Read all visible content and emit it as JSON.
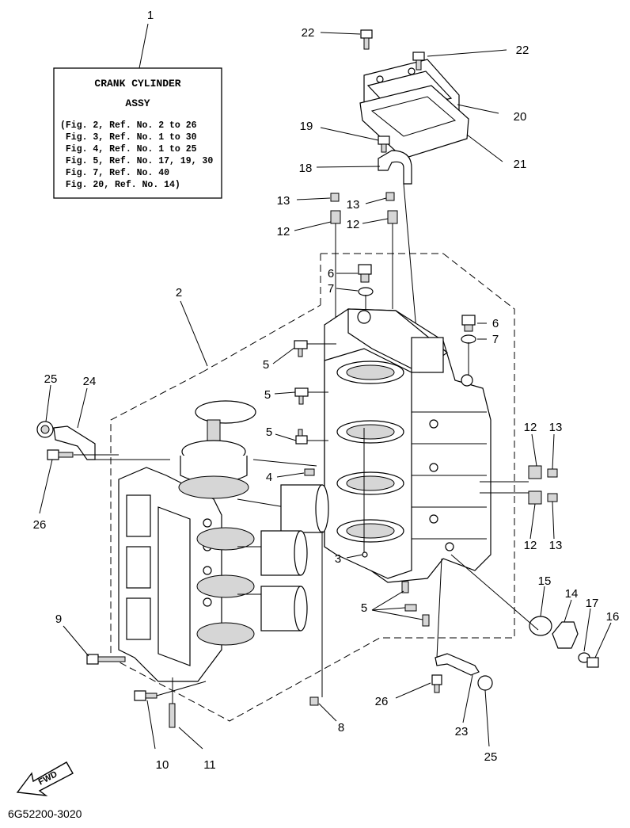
{
  "info_box": {
    "title_line1": "CRANK CYLINDER",
    "title_line2": "ASSY",
    "refs": [
      "(Fig. 2, Ref. No. 2 to 26",
      " Fig. 3, Ref. No. 1 to 30",
      " Fig. 4, Ref. No. 1 to 25",
      " Fig. 5, Ref. No. 17, 19, 30",
      " Fig. 7, Ref. No. 40",
      " Fig. 20, Ref. No. 14)"
    ]
  },
  "callouts": {
    "c1": "1",
    "c2": "2",
    "c3": "3",
    "c4": "4",
    "c5a": "5",
    "c5b": "5",
    "c5c": "5",
    "c5d": "5",
    "c6a": "6",
    "c6b": "6",
    "c7a": "7",
    "c7b": "7",
    "c8": "8",
    "c9": "9",
    "c10": "10",
    "c11": "11",
    "c12a": "12",
    "c12b": "12",
    "c12c": "12",
    "c12d": "12",
    "c13a": "13",
    "c13b": "13",
    "c13c": "13",
    "c13d": "13",
    "c14": "14",
    "c15": "15",
    "c16": "16",
    "c17": "17",
    "c18": "18",
    "c19": "19",
    "c20": "20",
    "c21": "21",
    "c22a": "22",
    "c22b": "22",
    "c23": "23",
    "c24": "24",
    "c25a": "25",
    "c25b": "25",
    "c26a": "26",
    "c26b": "26"
  },
  "fwd_label": "FWD",
  "diagram_code": "6G52200-3020"
}
